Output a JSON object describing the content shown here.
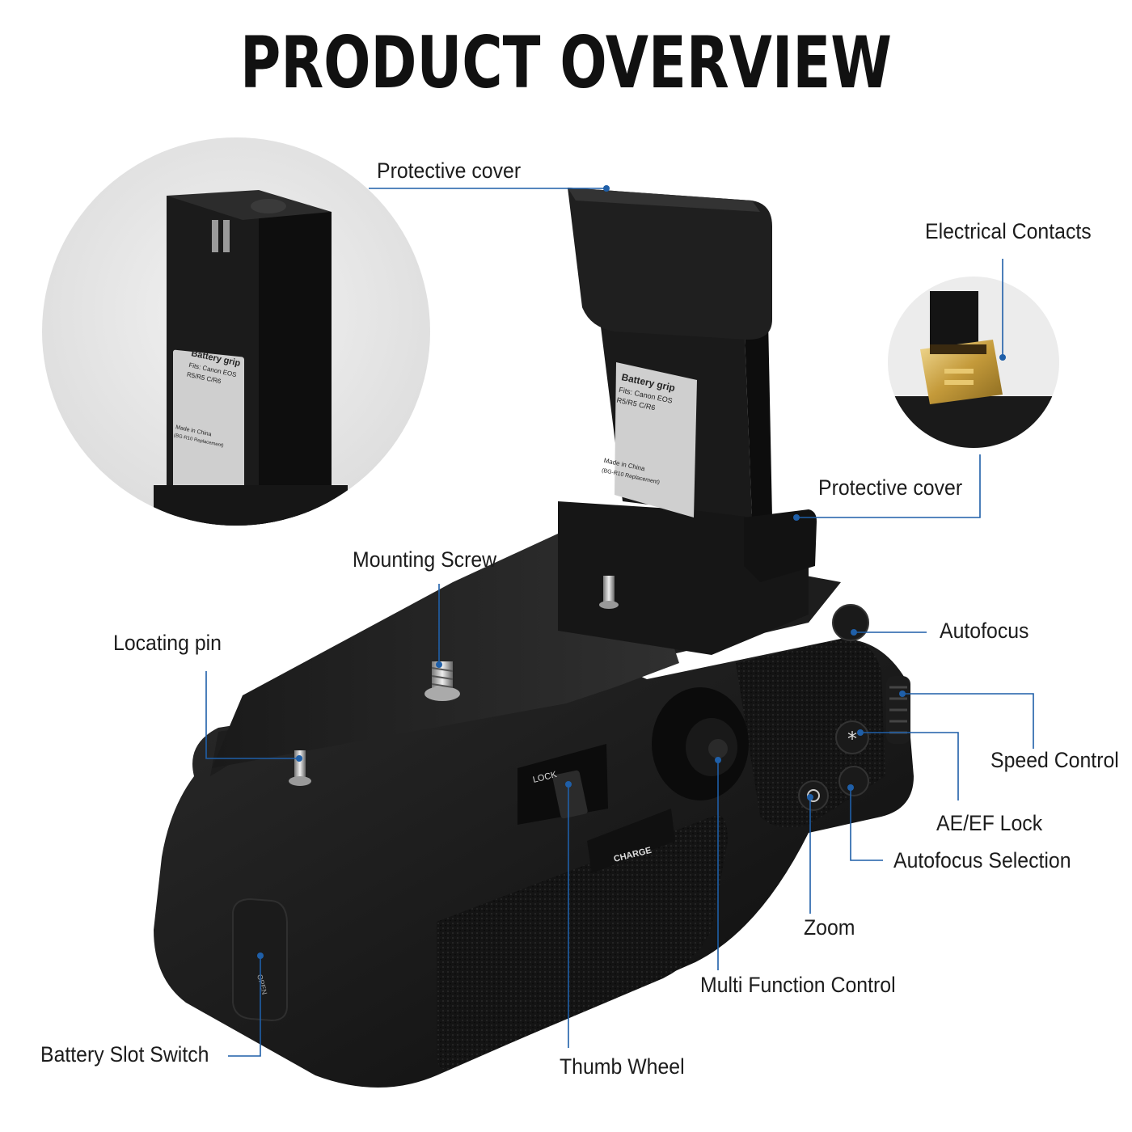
{
  "title": "PRODUCT OVERVIEW",
  "accent_color": "#1f5fa8",
  "product_print": {
    "line1": "Battery grip",
    "line2": "Fits: Canon EOS",
    "line3": "R5/R5 C/R6",
    "made_in": "Made in China",
    "replacement": "(BG-R10 Replacement)",
    "lock": "LOCK",
    "charge": "CHARGE",
    "open": "OPEN"
  },
  "callouts": {
    "protective_cover_top": "Protective cover",
    "electrical_contacts": "Electrical Contacts",
    "protective_cover_side": "Protective cover",
    "mounting_screw": "Mounting Screw",
    "locating_pin": "Locating pin",
    "autofocus": "Autofocus",
    "speed_control": "Speed Control",
    "ae_ef_lock": "AE/EF Lock",
    "autofocus_selection": "Autofocus Selection",
    "zoom": "Zoom",
    "multi_function_control": "Multi Function Control",
    "battery_slot_switch": "Battery Slot Switch",
    "thumb_wheel": "Thumb Wheel"
  }
}
